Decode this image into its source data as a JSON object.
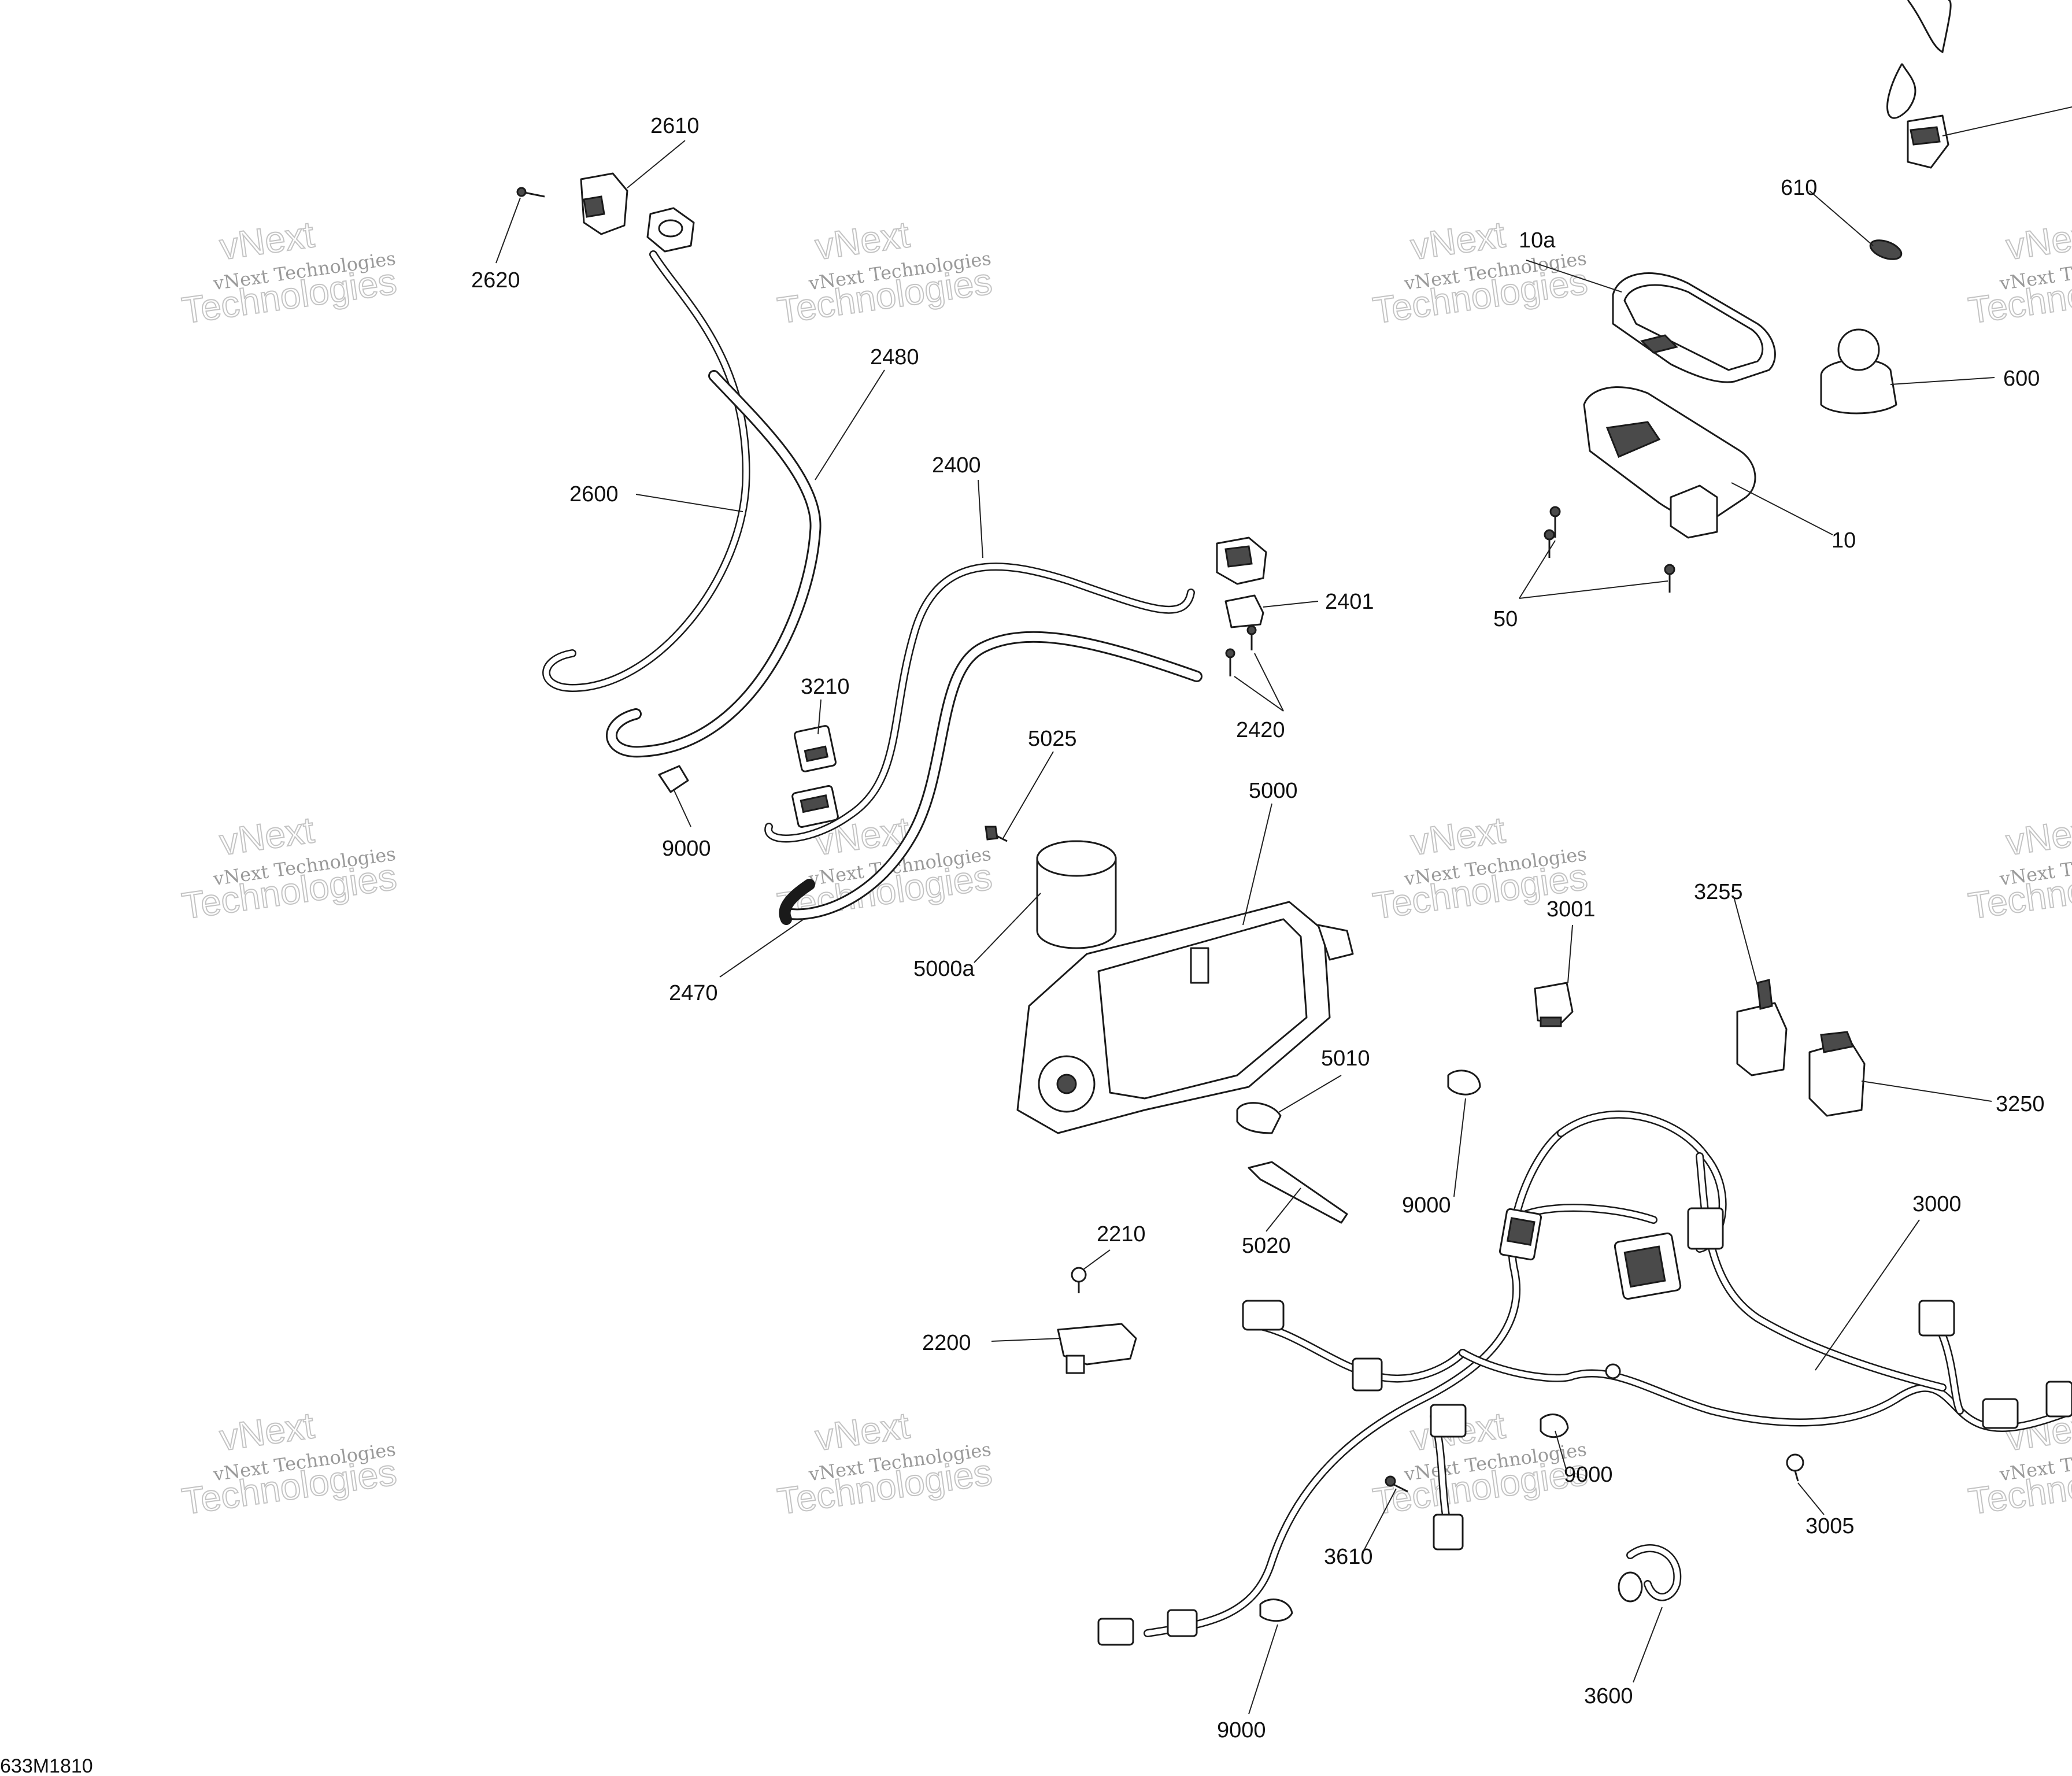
{
  "diagram": {
    "drawing_code": "633M1810",
    "watermark": {
      "line1": "vNext",
      "line2": "vNext Technologies",
      "line3": "Technologies"
    },
    "labels": {
      "p2610": "2610",
      "p2620": "2620",
      "p2480": "2480",
      "p2600": "2600",
      "p2400": "2400",
      "p2401": "2401",
      "p2420": "2420",
      "p3210": "3210",
      "p5025": "5025",
      "p9000a": "9000",
      "p5000": "5000",
      "p5000a": "5000a",
      "p2470": "2470",
      "p10a": "10a",
      "p610": "610",
      "p600": "600",
      "p10": "10",
      "p50": "50",
      "p3001": "3001",
      "p3255": "3255",
      "p3250": "3250",
      "p5010": "5010",
      "p9000b": "9000",
      "p5020": "5020",
      "p3000": "3000",
      "p2210": "2210",
      "p2200": "2200",
      "p9000c": "9000",
      "p3005": "3005",
      "p3610": "3610",
      "p3600": "3600",
      "p9000d": "9000"
    }
  }
}
